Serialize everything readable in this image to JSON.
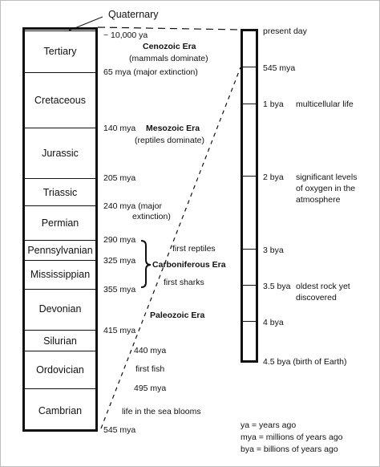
{
  "quaternary": "Quaternary",
  "periods": [
    "Tertiary",
    "Cretaceous",
    "Jurassic",
    "Triassic",
    "Permian",
    "Pennsylvanian",
    "Mississippian",
    "Devonian",
    "Silurian",
    "Ordovician",
    "Cambrian"
  ],
  "left_ages": {
    "a10000": "~ 10,000 ya",
    "a65": "65 mya (major extinction)",
    "a140": "140 mya",
    "a205": "205 mya",
    "a240_1": "240 mya (major",
    "a240_2": "extinction)",
    "a290": "290 mya",
    "a325": "325 mya",
    "a355": "355 mya",
    "a415": "415 mya",
    "a440": "440 mya",
    "a495": "495 mya",
    "a545": "545 mya"
  },
  "eras": {
    "cenozoic": "Cenozoic Era",
    "cenozoic_note": "(mammals dominate)",
    "mesozoic": "Mesozoic Era",
    "mesozoic_note": "(reptiles dominate)",
    "carboniferous": "Carboniferous Era",
    "paleozoic": "Paleozoic Era"
  },
  "events": {
    "first_reptiles": "first reptiles",
    "first_sharks": "first sharks",
    "first_fish": "first fish",
    "sea_life": "life in the sea blooms"
  },
  "right_scale": {
    "present": "present day",
    "r545": "545 mya",
    "r1": "1 bya",
    "r1_note": "multicellular life",
    "r2": "2 bya",
    "r2_note_1": "significant levels",
    "r2_note_2": "of oxygen in the",
    "r2_note_3": "atmosphere",
    "r3": "3 bya",
    "r35": "3.5 bya",
    "r35_note_1": "oldest rock yet",
    "r35_note_2": "discovered",
    "r4": "4 bya",
    "r45": "4.5 bya (birth of Earth)"
  },
  "legend": {
    "ya": "ya = years ago",
    "mya": "mya = millions of years ago",
    "bya": "bya = billions of years ago"
  }
}
